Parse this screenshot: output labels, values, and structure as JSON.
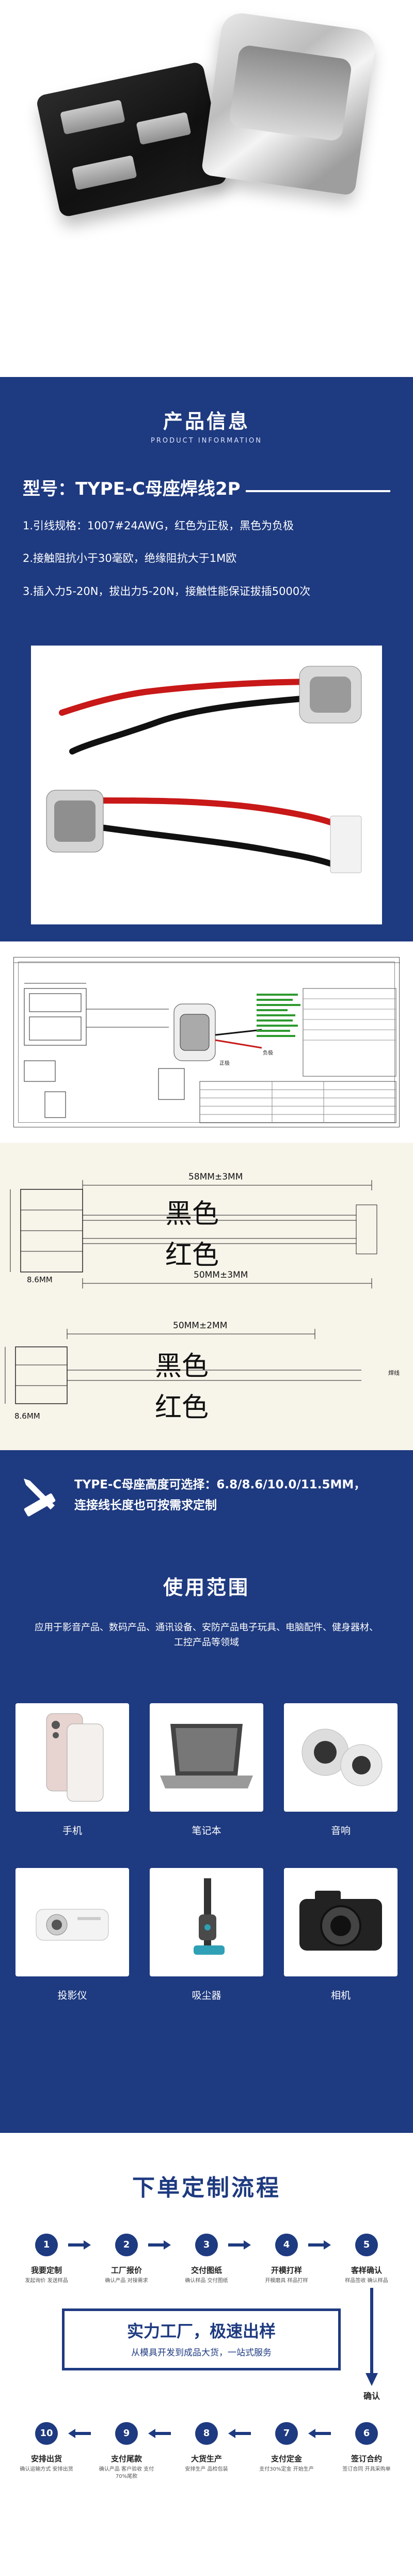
{
  "info": {
    "title": "产品信息",
    "subtitle": "PRODUCT INFORMATION",
    "model": "型号：TYPE-C母座焊线2P",
    "specs": [
      "1.引线规格：1007#24AWG，红色为正极，黑色为负极",
      "2.接触阻抗小于30毫欧，绝缘阻抗大于1M欧",
      "3.插入力5-20N，拔出力5-20N，接触性能保证拔插5000次"
    ]
  },
  "drawing": {
    "label_cable": "正极",
    "label_neg": "负极"
  },
  "dims": {
    "top_length": "58MM±3MM",
    "bottom_length": "50MM±3MM",
    "height_a": "8.6MM",
    "black_label": "黑色",
    "red_label": "红色",
    "b_length": "50MM±2MM",
    "b_height": "8.6MM",
    "b_black": "黑色",
    "b_red": "红色",
    "b_side": "焊线"
  },
  "notice": {
    "line1": "TYPE-C母座高度可选择：6.8/8.6/10.0/11.5MM，",
    "line2": "连接线长度也可按需求定制"
  },
  "usage": {
    "title": "使用范围",
    "desc": "应用于影音产品、数码产品、通讯设备、安防产品电子玩具、电脑配件、健身器材、工控产品等领域",
    "items": [
      "手机",
      "笔记本",
      "音响",
      "投影仪",
      "吸尘器",
      "相机"
    ]
  },
  "process": {
    "title": "下单定制流程",
    "top_steps": [
      {
        "n": "1",
        "t": "我要定制",
        "d": "发起询价 发送样品"
      },
      {
        "n": "2",
        "t": "工厂报价",
        "d": "确认产品 对接需求"
      },
      {
        "n": "3",
        "t": "交付图纸",
        "d": "确认样品 交付图纸"
      },
      {
        "n": "4",
        "t": "开模打样",
        "d": "开模磨具 样品打样"
      },
      {
        "n": "5",
        "t": "客样确认",
        "d": "样品签收 确认样品"
      }
    ],
    "bottom_steps": [
      {
        "n": "10",
        "t": "安排出货",
        "d": "确认运输方式 安排出货"
      },
      {
        "n": "9",
        "t": "支付尾款",
        "d": "确认产品 客户验收 支付70%尾款"
      },
      {
        "n": "8",
        "t": "大货生产",
        "d": "安排生产 品检包装"
      },
      {
        "n": "7",
        "t": "支付定金",
        "d": "支付30%定金 开始生产"
      },
      {
        "n": "6",
        "t": "签订合约",
        "d": "签订合同 开具采购单"
      }
    ],
    "confirm": "确认",
    "banner_main": "实力工厂，极速出样",
    "banner_sub": "从模具开发到成品大货，一站式服务"
  }
}
